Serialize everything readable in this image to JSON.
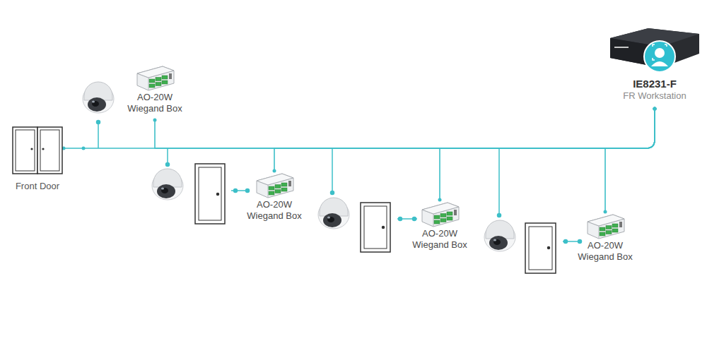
{
  "diagram": {
    "nodes": [
      {
        "text": [
          "Front Door"
        ]
      },
      {
        "text": [
          "AO-20W Wiegand Box"
        ]
      },
      {
        "text": [
          "AO-20W Wiegand Box"
        ]
      },
      {
        "text": [
          "AO-20W Wiegand Box"
        ]
      },
      {
        "text": [
          "AO-20W Wiegand Box"
        ]
      },
      {
        "text": [
          "IE8231-F",
          "FR Workstation"
        ]
      }
    ],
    "edges": [
      {
        "from": 0,
        "to": 5,
        "arrow": "none"
      },
      {
        "from": 1,
        "to": 5,
        "arrow": "none"
      },
      {
        "from": 2,
        "to": 5,
        "arrow": "none"
      },
      {
        "from": 3,
        "to": 5,
        "arrow": "none"
      },
      {
        "from": 4,
        "to": 5,
        "arrow": "none"
      }
    ]
  }
}
